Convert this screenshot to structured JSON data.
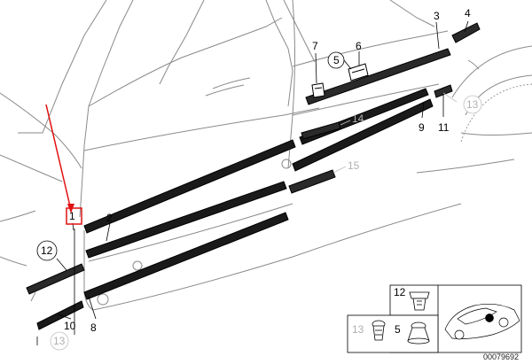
{
  "callouts": {
    "n1": "1",
    "n2": "2",
    "n3": "3",
    "n4": "4",
    "n5": "5",
    "n6": "6",
    "n7": "7",
    "n8": "8",
    "n9": "9",
    "n10": "10",
    "n11": "11",
    "n12": "12",
    "n13": "13",
    "n14": "14",
    "n15": "15"
  },
  "inset": {
    "n12": "12",
    "n13": "13",
    "n5": "5"
  },
  "diagram_number": "00079692",
  "colors": {
    "line": "#000000",
    "body_outline": "#7a7a7a",
    "ghost": "#c8c8c8",
    "highlight": "#e01010"
  }
}
